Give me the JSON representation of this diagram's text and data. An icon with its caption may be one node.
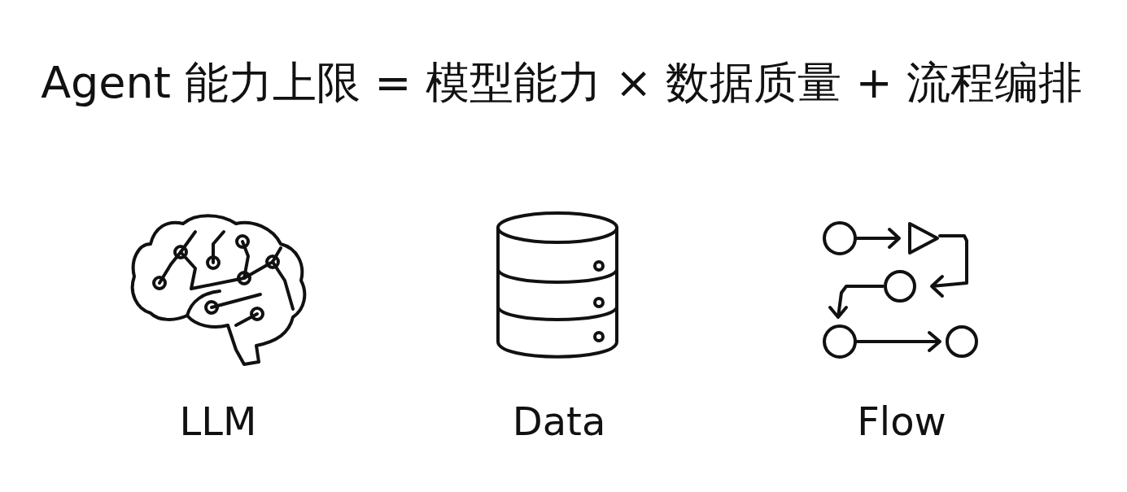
{
  "diagram": {
    "title": "Agent 能力上限 = 模型能力 × 数据质量 + 流程编排",
    "labels": [
      "LLM",
      "Data",
      "Flow"
    ]
  }
}
